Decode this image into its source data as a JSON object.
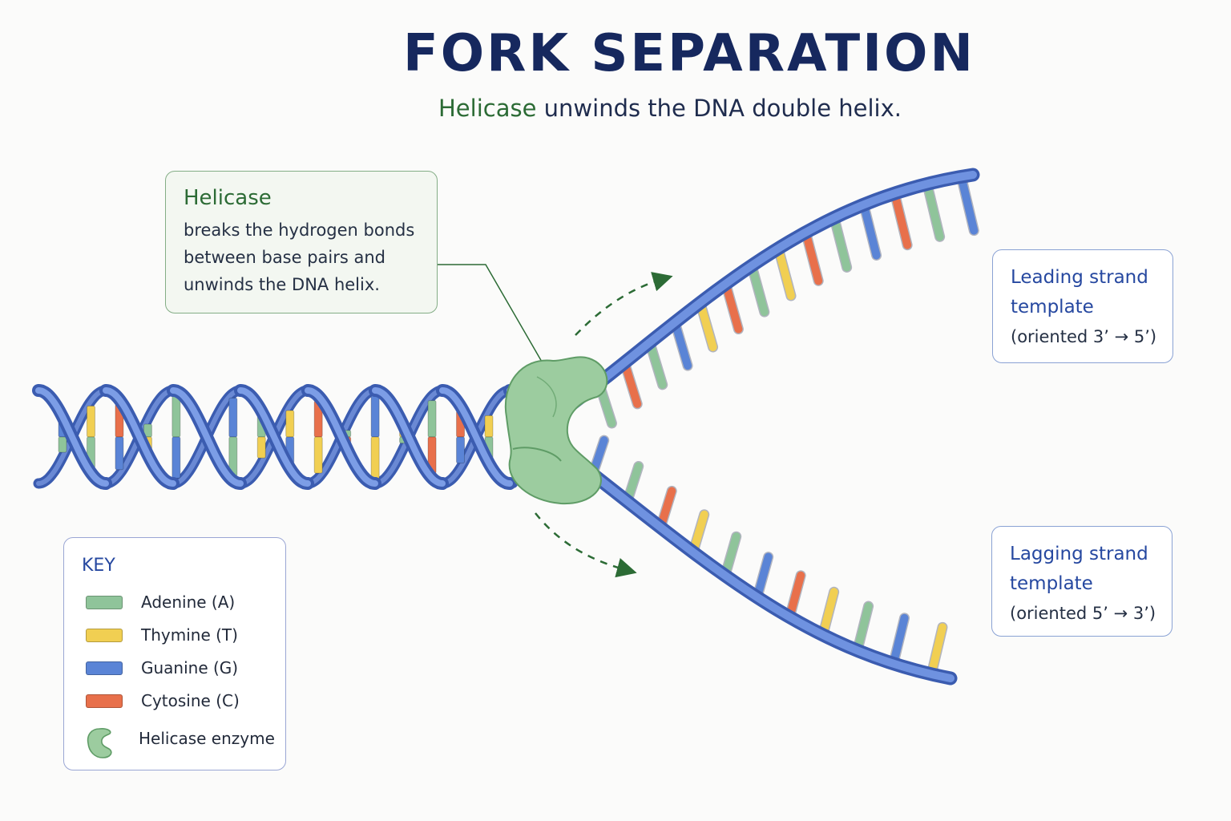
{
  "title": "FORK SEPARATION",
  "subtitle": {
    "highlight": "Helicase",
    "rest": "unwinds the DNA double helix."
  },
  "callout": {
    "title": "Helicase",
    "lines": [
      "breaks the hydrogen bonds",
      "between base pairs and",
      "unwinds the DNA helix."
    ]
  },
  "leading_strand": {
    "name_lines": [
      "Leading strand",
      "template"
    ],
    "orientation": "(oriented 3’ → 5’)"
  },
  "lagging_strand": {
    "name_lines": [
      "Lagging strand",
      "template"
    ],
    "orientation": "(oriented 5’ → 3’)"
  },
  "key": {
    "title": "KEY",
    "items": [
      {
        "label": "Adenine (A)",
        "color": "#8fc49a"
      },
      {
        "label": "Thymine (T)",
        "color": "#f1cf52"
      },
      {
        "label": "Guanine (G)",
        "color": "#5a84d6"
      },
      {
        "label": "Cytosine (C)",
        "color": "#e8704b"
      }
    ],
    "enzyme_label": "Helicase enzyme"
  },
  "colors": {
    "backbone": "#5b7fd3",
    "backbone_dark": "#3b5cb0",
    "helicase": "#9ccc9f",
    "helicase_dark": "#5f9c66",
    "arrow": "#2c6b35",
    "A": "#8fc49a",
    "T": "#f1cf52",
    "G": "#5a84d6",
    "C": "#e8704b"
  },
  "bases": {
    "helix_pairs": [
      [
        "G",
        "A"
      ],
      [
        "T",
        "A"
      ],
      [
        "C",
        "G"
      ],
      [
        "A",
        "T"
      ],
      [
        "A",
        "G"
      ],
      [
        "T",
        "C"
      ],
      [
        "G",
        "A"
      ],
      [
        "A",
        "T"
      ],
      [
        "T",
        "G"
      ],
      [
        "C",
        "T"
      ],
      [
        "A",
        "C"
      ],
      [
        "G",
        "T"
      ],
      [
        "T",
        "A"
      ],
      [
        "A",
        "C"
      ],
      [
        "C",
        "G"
      ],
      [
        "T",
        "A"
      ]
    ],
    "leading_rungs": [
      "A",
      "C",
      "A",
      "G",
      "T",
      "C",
      "A",
      "T",
      "C",
      "A",
      "G",
      "C",
      "A",
      "G"
    ],
    "lagging_rungs": [
      "G",
      "A",
      "C",
      "T",
      "A",
      "G",
      "C",
      "T",
      "A",
      "G",
      "T"
    ]
  }
}
